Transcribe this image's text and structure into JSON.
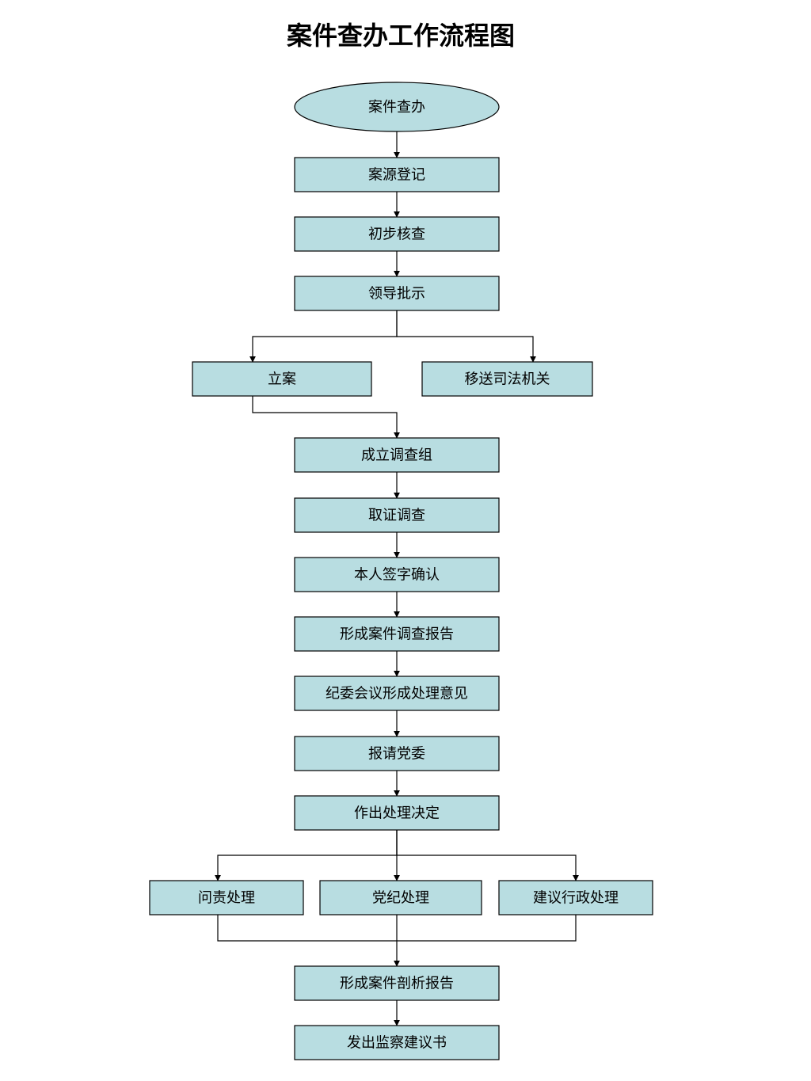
{
  "title": "案件查办工作流程图",
  "colors": {
    "node_fill": "#b8dde1",
    "stroke": "#000000",
    "text": "#000000",
    "background": "#ffffff"
  },
  "nodes": {
    "start": {
      "label": "案件查办",
      "shape": "ellipse"
    },
    "case_register": {
      "label": "案源登记",
      "shape": "rect"
    },
    "preliminary_check": {
      "label": "初步核查",
      "shape": "rect"
    },
    "leader_instruction": {
      "label": "领导批示",
      "shape": "rect"
    },
    "file_case": {
      "label": "立案",
      "shape": "rect"
    },
    "transfer_judicial": {
      "label": "移送司法机关",
      "shape": "rect"
    },
    "form_team": {
      "label": "成立调查组",
      "shape": "rect"
    },
    "evidence_investigation": {
      "label": "取证调查",
      "shape": "rect"
    },
    "sign_confirm": {
      "label": "本人签字确认",
      "shape": "rect"
    },
    "investigation_report": {
      "label": "形成案件调查报告",
      "shape": "rect"
    },
    "committee_opinion": {
      "label": "纪委会议形成处理意见",
      "shape": "rect"
    },
    "report_party_committee": {
      "label": "报请党委",
      "shape": "rect"
    },
    "make_decision": {
      "label": "作出处理决定",
      "shape": "rect"
    },
    "accountability": {
      "label": "问责处理",
      "shape": "rect"
    },
    "party_discipline": {
      "label": "党纪处理",
      "shape": "rect"
    },
    "admin_suggestion": {
      "label": "建议行政处理",
      "shape": "rect"
    },
    "analysis_report": {
      "label": "形成案件剖析报告",
      "shape": "rect"
    },
    "supervision_letter": {
      "label": "发出监察建议书",
      "shape": "rect"
    }
  },
  "edges": [
    {
      "from": "start",
      "to": "case_register"
    },
    {
      "from": "case_register",
      "to": "preliminary_check"
    },
    {
      "from": "preliminary_check",
      "to": "leader_instruction"
    },
    {
      "from": "leader_instruction",
      "to": "file_case"
    },
    {
      "from": "leader_instruction",
      "to": "transfer_judicial"
    },
    {
      "from": "file_case",
      "to": "form_team"
    },
    {
      "from": "form_team",
      "to": "evidence_investigation"
    },
    {
      "from": "evidence_investigation",
      "to": "sign_confirm"
    },
    {
      "from": "sign_confirm",
      "to": "investigation_report"
    },
    {
      "from": "investigation_report",
      "to": "committee_opinion"
    },
    {
      "from": "committee_opinion",
      "to": "report_party_committee"
    },
    {
      "from": "report_party_committee",
      "to": "make_decision"
    },
    {
      "from": "make_decision",
      "to": "accountability"
    },
    {
      "from": "make_decision",
      "to": "party_discipline"
    },
    {
      "from": "make_decision",
      "to": "admin_suggestion"
    },
    {
      "from": "accountability",
      "to": "analysis_report"
    },
    {
      "from": "party_discipline",
      "to": "analysis_report"
    },
    {
      "from": "admin_suggestion",
      "to": "analysis_report"
    },
    {
      "from": "analysis_report",
      "to": "supervision_letter"
    }
  ]
}
